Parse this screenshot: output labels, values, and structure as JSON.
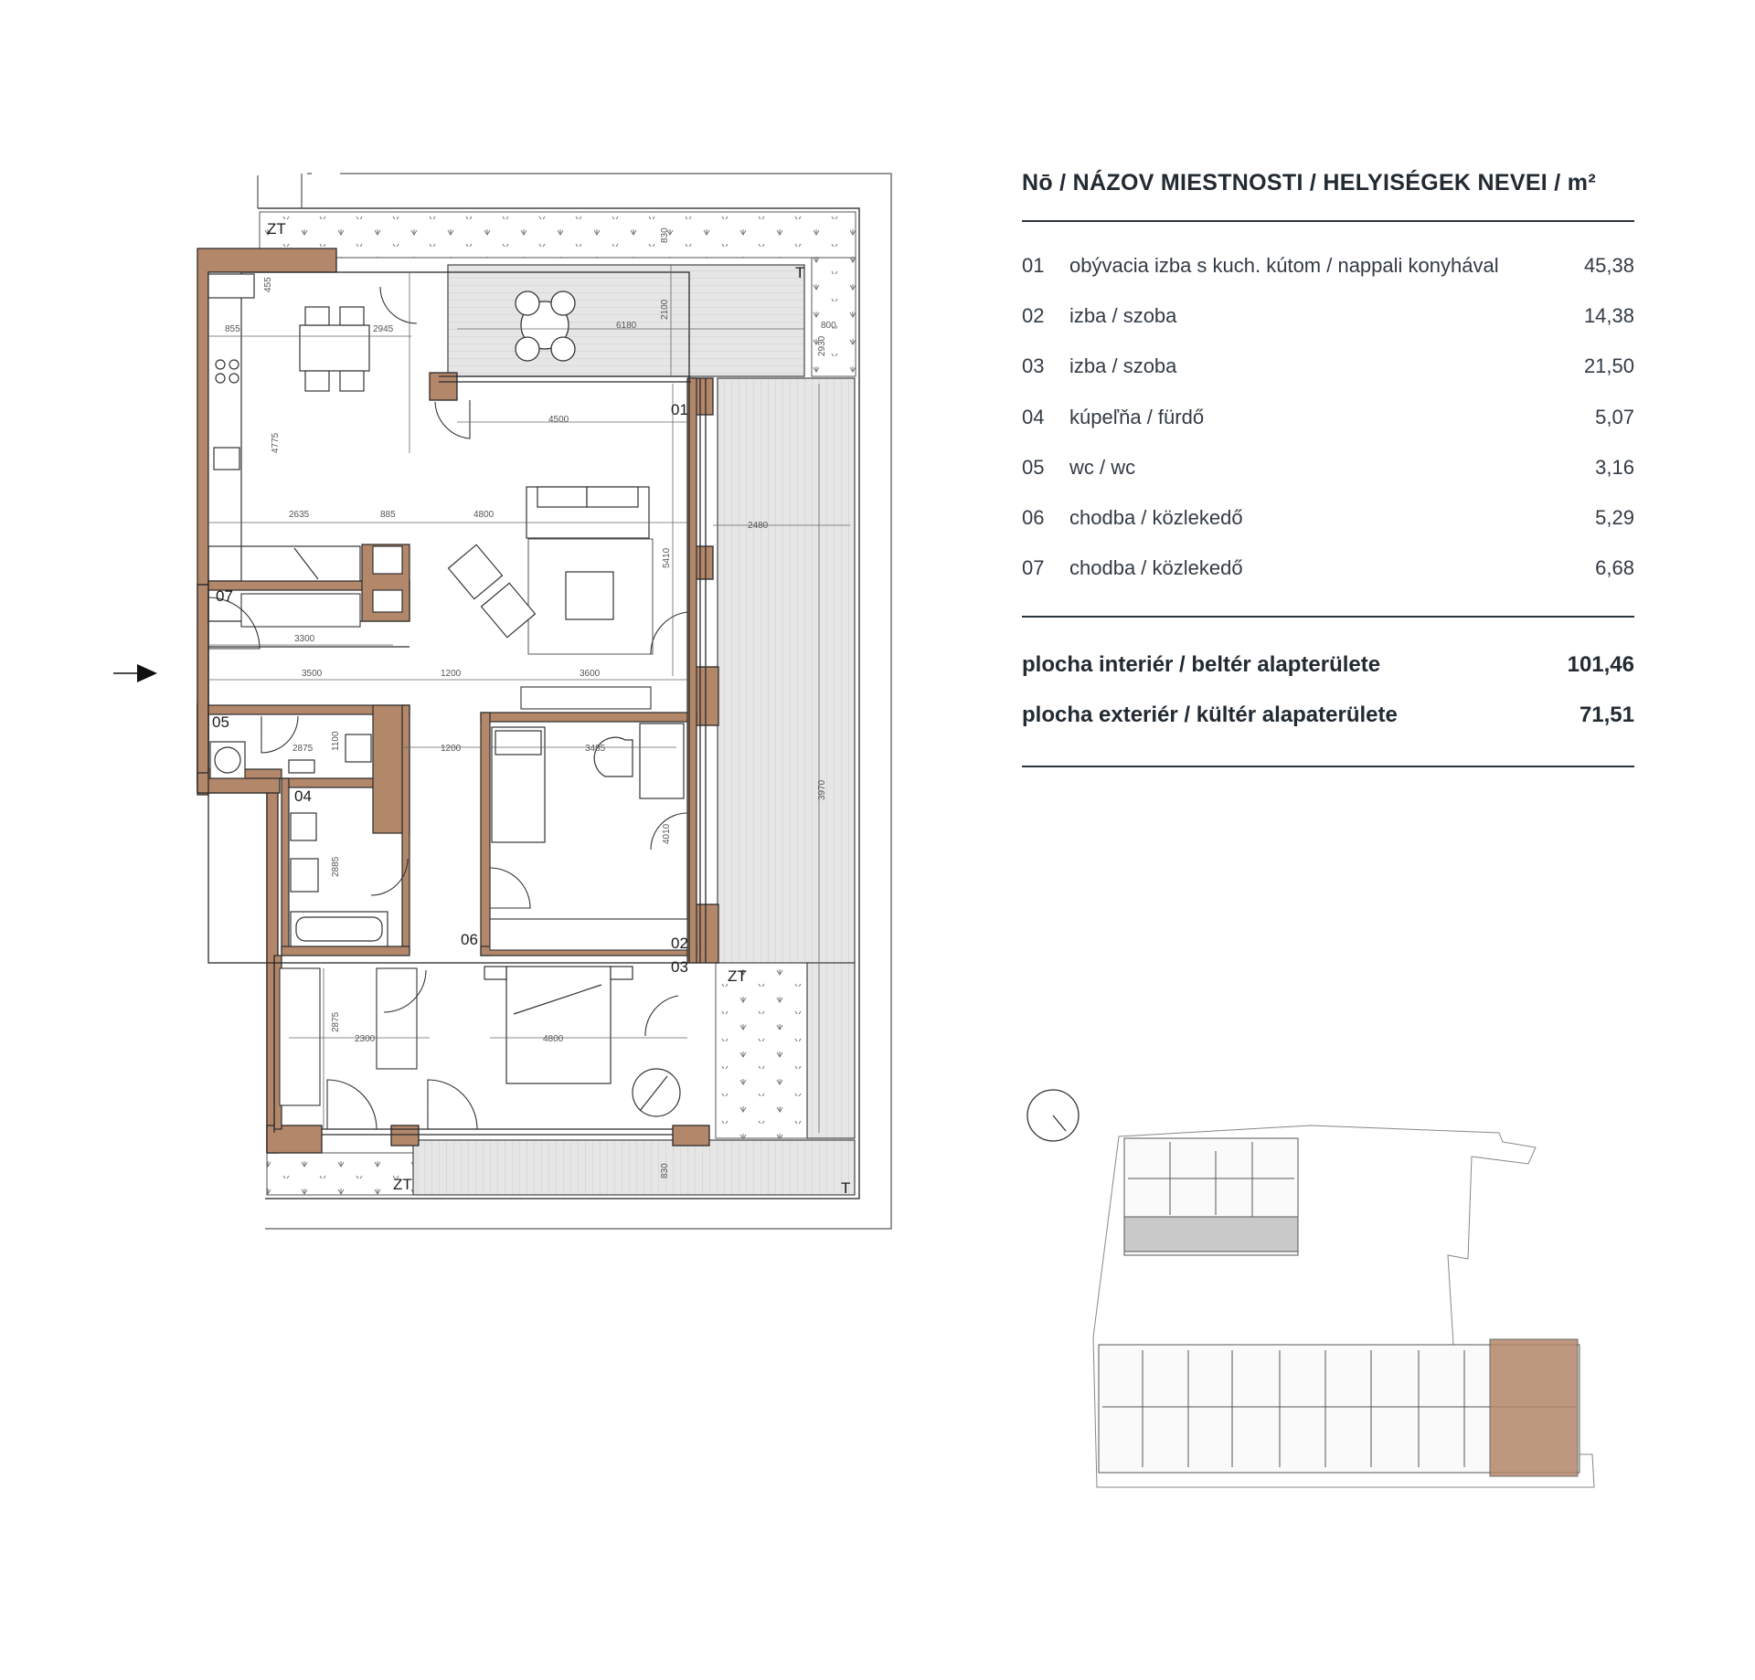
{
  "colors": {
    "wall": "#b3876a",
    "line": "#2a2a2a",
    "terrace": "#e4e4e4",
    "text": "#232b33"
  },
  "legend": {
    "title": "Nō / NÁZOV MIESTNOSTI / HELYISÉGEK NEVEI / m²",
    "rooms": [
      {
        "no": "01",
        "name": "obývacia izba s kuch. kútom / nappali konyhával",
        "area": "45,38"
      },
      {
        "no": "02",
        "name": "izba / szoba",
        "area": "14,38"
      },
      {
        "no": "03",
        "name": "izba / szoba",
        "area": "21,50"
      },
      {
        "no": "04",
        "name": "kúpeľňa / fürdő",
        "area": "5,07"
      },
      {
        "no": "05",
        "name": "wc / wc",
        "area": "3,16"
      },
      {
        "no": "06",
        "name": "chodba / közlekedő",
        "area": "5,29"
      },
      {
        "no": "07",
        "name": "chodba / közlekedő",
        "area": "6,68"
      }
    ],
    "totals": [
      {
        "name": "plocha interiér / beltér alapterülete",
        "area": "101,46"
      },
      {
        "name": "plocha exteriér / kültér alapaterülete",
        "area": "71,51"
      }
    ]
  },
  "plan": {
    "room_labels": [
      "01",
      "02",
      "03",
      "04",
      "05",
      "06",
      "07"
    ],
    "zone_labels": {
      "zt_top": "ZT",
      "zt_right": "ZT",
      "zt_bottom": "ZT",
      "t_top": "T",
      "t_bottom": "T"
    },
    "dimensions": {
      "d1": "455",
      "d2": "855",
      "d3": "2945",
      "d4": "6180",
      "d5": "2100",
      "d6": "800",
      "d7": "830",
      "d8": "2930",
      "d9": "4500",
      "d10": "4775",
      "d11": "2635",
      "d12": "885",
      "d13": "4800",
      "d14": "2480",
      "d15": "5410",
      "d16": "3300",
      "d17": "3500",
      "d18": "1200",
      "d19": "3600",
      "d20": "2875",
      "d21": "1100",
      "d22": "1200",
      "d23": "3485",
      "d24": "4010",
      "d25": "3970",
      "d26": "2885",
      "d27": "2875",
      "d28": "2300",
      "d29": "4800",
      "d30": "830"
    }
  }
}
